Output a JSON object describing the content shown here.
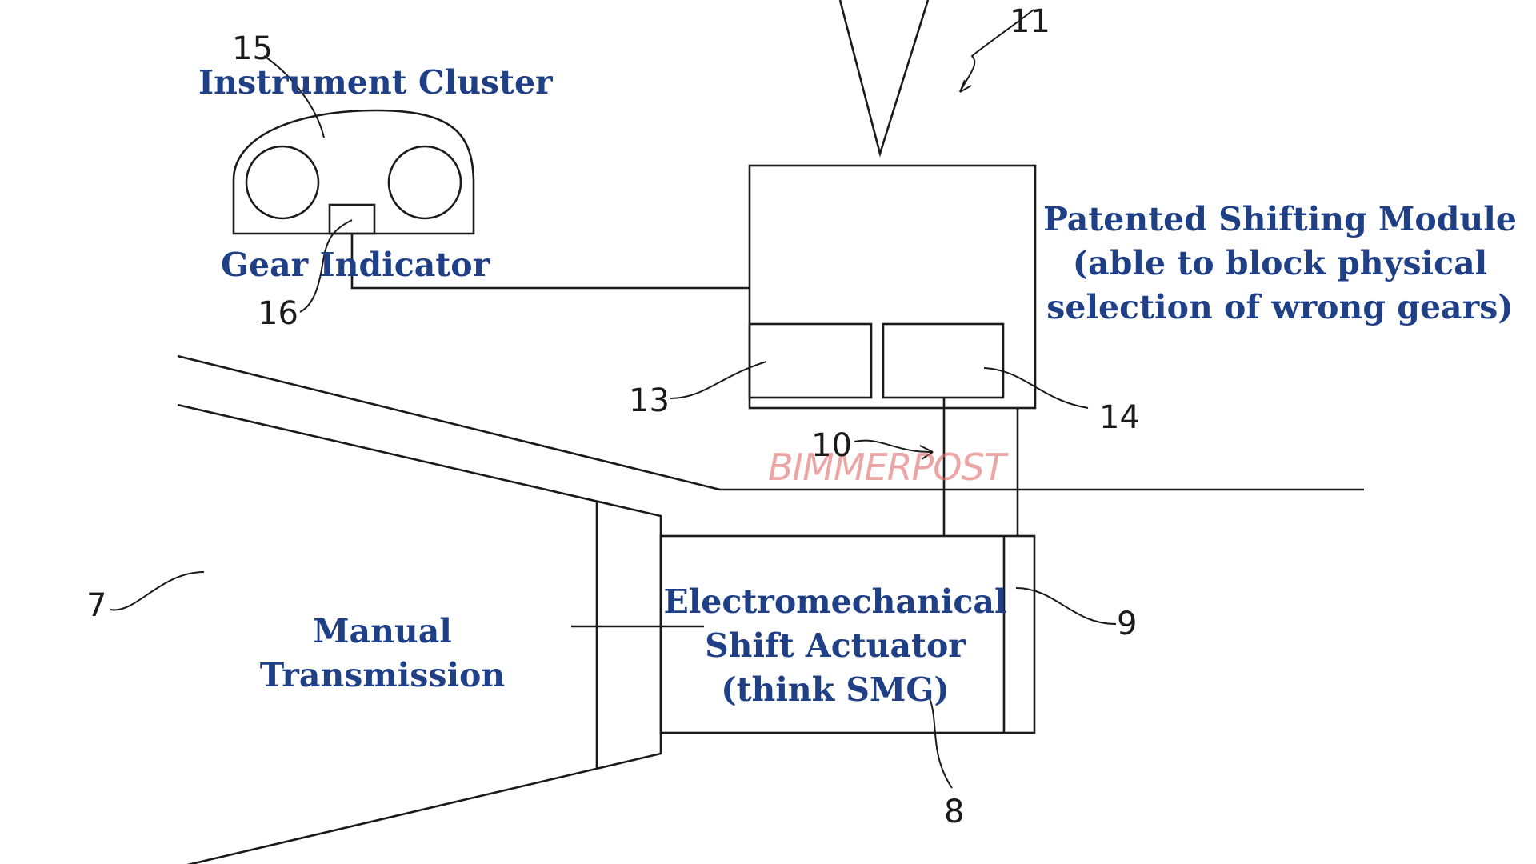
{
  "labels": {
    "instrument_cluster": "Instrument Cluster",
    "gear_indicator": "Gear Indicator",
    "module_line1": "Patented Shifting Module",
    "module_line2": "(able to block physical",
    "module_line3": "selection of wrong gears)",
    "transmission_line1": "Manual",
    "transmission_line2": "Transmission",
    "actuator_line1": "Electromechanical",
    "actuator_line2": "Shift Actuator",
    "actuator_line3": "(think SMG)"
  },
  "reference_numbers": {
    "n7": "7",
    "n8": "8",
    "n9": "9",
    "n10": "10",
    "n11": "11",
    "n13": "13",
    "n14": "14",
    "n15": "15",
    "n16": "16"
  },
  "watermark": {
    "text": "BIMMERPOST"
  },
  "colors": {
    "label": "#1f3f86",
    "line": "#1a1a1a",
    "watermark": "#e06a6a"
  }
}
